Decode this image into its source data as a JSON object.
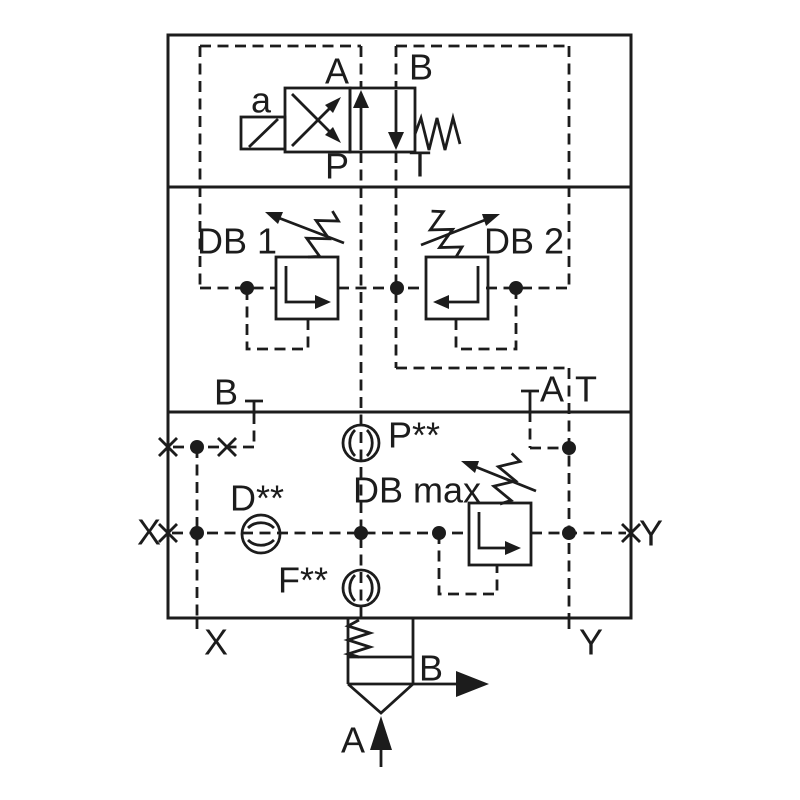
{
  "colors": {
    "line": "#1c1c1c",
    "background": "#ffffff"
  },
  "labels": {
    "solenoid_a": "a",
    "valve_port_a": "A",
    "valve_port_b": "B",
    "valve_port_p": "P",
    "valve_port_t": "T",
    "relief_valve_1": "DB 1",
    "relief_valve_2": "DB 2",
    "relief_valve_max": "DB max",
    "interface_port_b": "B",
    "interface_port_a": "A",
    "interface_port_t": "T",
    "measuring_port_p": "P**",
    "measuring_port_d": "D**",
    "measuring_port_f": "F**",
    "external_port_x_side": "X",
    "external_port_y_side": "Y",
    "external_port_x_bottom": "X",
    "external_port_y_bottom": "Y",
    "main_port_b": "B",
    "main_port_a": "A"
  }
}
